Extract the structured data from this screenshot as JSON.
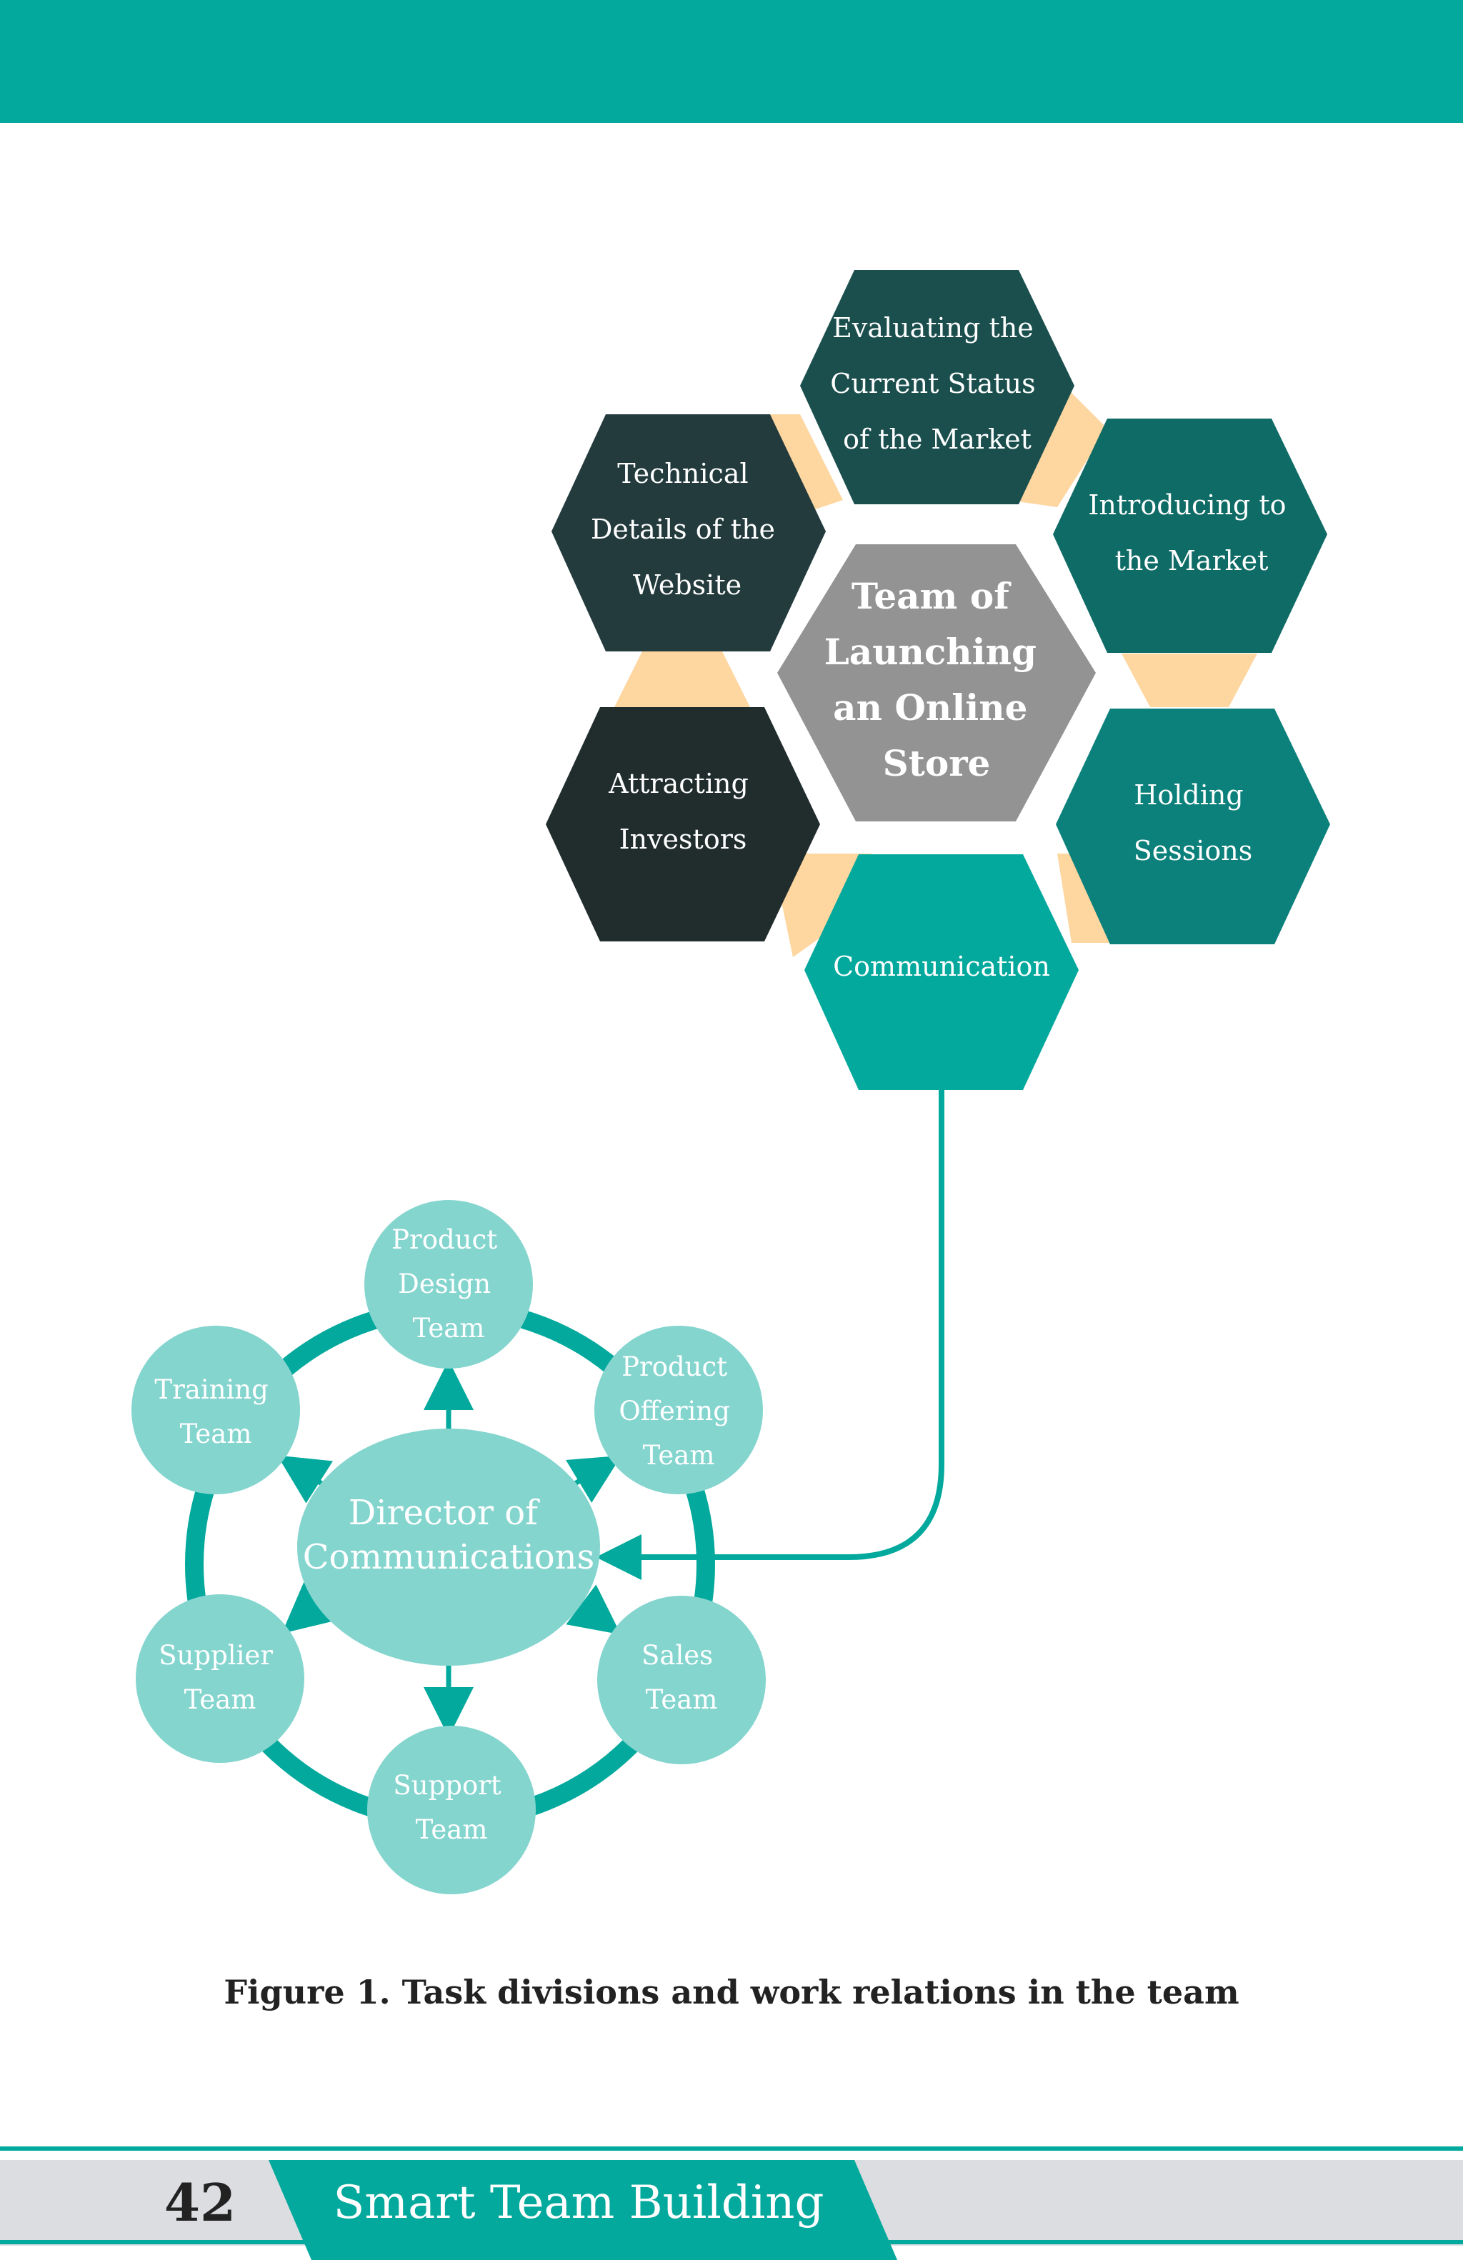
{
  "colors": {
    "teal": "#02a99c",
    "light_teal": "#85d5cf",
    "gray_center": "#939393",
    "peach": "#fdd6a0",
    "dark1": "#1b4f4e",
    "dark2": "#233b3d",
    "dark3": "#212d2d",
    "mid_teal1": "#0f6b66",
    "mid_teal2": "#0c817b"
  },
  "hexagons": {
    "center": {
      "lines": [
        "Team of",
        "Launching",
        "an Online",
        "Store"
      ]
    },
    "top": {
      "lines": [
        "Evaluating the",
        "Current Status",
        "of the Market"
      ]
    },
    "upper_right": {
      "lines": [
        "Introducing to",
        "the Market"
      ]
    },
    "lower_right": {
      "lines": [
        "Holding",
        "Sessions"
      ]
    },
    "bottom": {
      "lines": [
        "Communication"
      ]
    },
    "lower_left": {
      "lines": [
        "Attracting",
        "Investors"
      ]
    },
    "upper_left": {
      "lines": [
        "Technical",
        "Details of the",
        "Website"
      ]
    }
  },
  "director": {
    "lines": [
      "Director of",
      "Communications"
    ]
  },
  "teams": {
    "top": {
      "lines": [
        "Product",
        "Design",
        "Team"
      ]
    },
    "upper_right": {
      "lines": [
        "Product",
        "Offering",
        "Team"
      ]
    },
    "lower_right": {
      "lines": [
        "Sales",
        "Team"
      ]
    },
    "bottom": {
      "lines": [
        "Support",
        "Team"
      ]
    },
    "lower_left": {
      "lines": [
        "Supplier",
        "Team"
      ]
    },
    "upper_left": {
      "lines": [
        "Training",
        "Team"
      ]
    }
  },
  "caption": "Figure 1. Task divisions and work relations in the team",
  "footer": {
    "page_number": "42",
    "book_title": "Smart Team Building"
  }
}
